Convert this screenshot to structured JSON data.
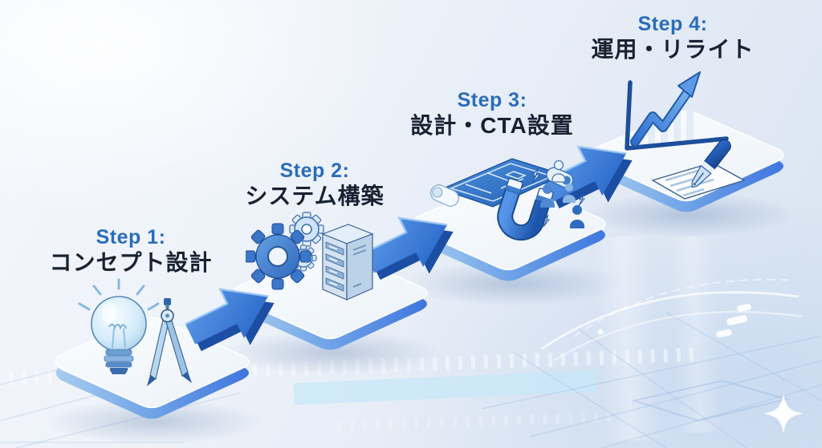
{
  "diagram": {
    "kind": "process-flow-infographic",
    "language": "ja",
    "direction": "bottom-left to top-right ascending staircase",
    "palette": {
      "background_light": "#edf2f9",
      "step_label_blue": "#2b6cb8",
      "title_dark": "#182232",
      "arrow_front_blue": "#2f6fd0",
      "arrow_extrude_blue": "#1c4fa4",
      "platform_top": "#f5f8fc",
      "platform_edge_left": "#a9cdef",
      "platform_edge_right": "#3f76de"
    },
    "steps": [
      {
        "label": "Step 1:",
        "title": "コンセプト設計",
        "icons": [
          "lightbulb-icon",
          "drafting-compass-icon"
        ]
      },
      {
        "label": "Step 2:",
        "title": "システム構築",
        "icons": [
          "gears-icon",
          "server-icon"
        ]
      },
      {
        "label": "Step 3:",
        "title": "設計・CTA設置",
        "icons": [
          "blueprint-icon",
          "magnet-icon",
          "audience-icon",
          "spark-bolt-icons"
        ]
      },
      {
        "label": "Step 4:",
        "title": "運用・リライト",
        "icons": [
          "growth-chart-icon",
          "fountain-pen-icon",
          "document-icon"
        ]
      }
    ],
    "connectors": {
      "count": 3,
      "shape": "3d-block-arrow",
      "pointing": "up-right"
    },
    "decor": [
      "circuit-grid-lines",
      "tick-band",
      "cyan-band",
      "light-arcs",
      "sparkle-star",
      "glow-dashes"
    ]
  }
}
